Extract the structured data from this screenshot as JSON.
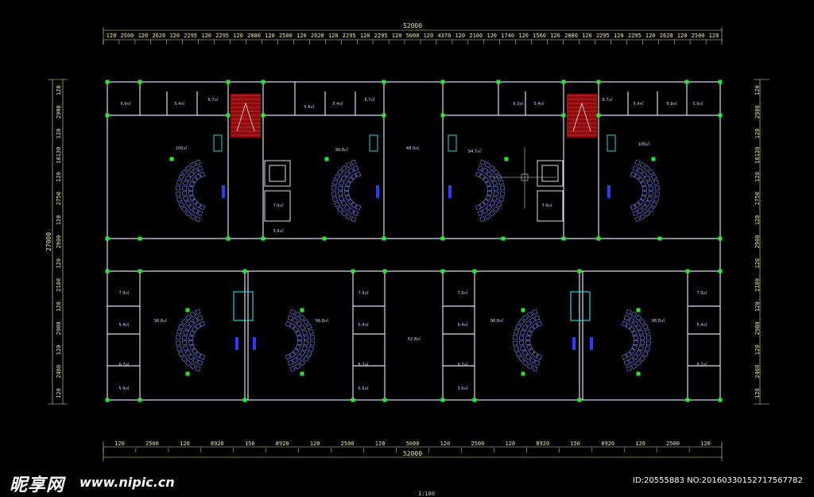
{
  "top_dimensions": {
    "total": "52000",
    "segments": [
      "120",
      "2500",
      "120",
      "2620",
      "120",
      "2295",
      "120",
      "2295",
      "120",
      "2880",
      "120",
      "2500",
      "120",
      "2620",
      "120",
      "2295",
      "120",
      "2295",
      "120",
      "5000",
      "120",
      "4370",
      "120",
      "2100",
      "120",
      "1740",
      "120",
      "1560",
      "120",
      "2880",
      "120",
      "2295",
      "120",
      "2295",
      "120",
      "2620",
      "120",
      "2500",
      "120"
    ]
  },
  "bottom_dimensions": {
    "total": "52000",
    "segments": [
      "120",
      "2500",
      "120",
      "8920",
      "150",
      "8920",
      "120",
      "2500",
      "120",
      "5000",
      "120",
      "2500",
      "120",
      "8920",
      "150",
      "8920",
      "120",
      "2500",
      "120"
    ]
  },
  "left_dimensions": {
    "total": "27000",
    "segments": [
      "120",
      "2900",
      "120",
      "10130",
      "120",
      "2750",
      "120",
      "2900",
      "120",
      "2180",
      "120",
      "2980",
      "120",
      "2400",
      "120"
    ]
  },
  "right_dimensions": {
    "segments": [
      "120",
      "2900",
      "120",
      "10130",
      "120",
      "2750",
      "120",
      "2900",
      "120",
      "2180",
      "120",
      "2980",
      "120",
      "2400",
      "120"
    ]
  },
  "room_labels": {
    "top": [
      "6.9㎡",
      "5.4㎡",
      "6.7㎡",
      "106㎡",
      "5.6㎡",
      "5.4㎡",
      "6.7㎡",
      "96.8㎡",
      "7.9㎡",
      "5.9㎡",
      "48.9㎡",
      "94.7㎡",
      "6.3㎡",
      "7.9㎡",
      "5.4㎡",
      "6.7㎡",
      "5.4㎡",
      "6.9㎡",
      "106㎡",
      "5.9㎡"
    ],
    "bottom": [
      "7.9㎡",
      "5.4㎡",
      "6.7㎡",
      "96.8㎡",
      "96.8㎡",
      "7.9㎡",
      "5.4㎡",
      "6.7㎡",
      "5.9㎡",
      "5.9㎡",
      "52.8㎡",
      "7.9㎡",
      "5.4㎡",
      "6.7㎡",
      "96.8㎡",
      "96.8㎡",
      "7.9㎡",
      "5.4㎡",
      "6.7㎡",
      "5.9㎡"
    ]
  },
  "scale_text": "1:100",
  "watermark": {
    "brand": "昵享网",
    "url": "www.nipic.cn",
    "id_text": "ID:20555883 NO:20160330152717567782"
  },
  "colors": {
    "background": "#000000",
    "wall": "#d8dcf0",
    "dimension": "#e8e6a8",
    "column": "#29e62f",
    "stair": "#e01616",
    "furniture": "#5c6ac8",
    "accent_cyan": "#27d3d6",
    "accent_blue": "#2a3cff"
  }
}
